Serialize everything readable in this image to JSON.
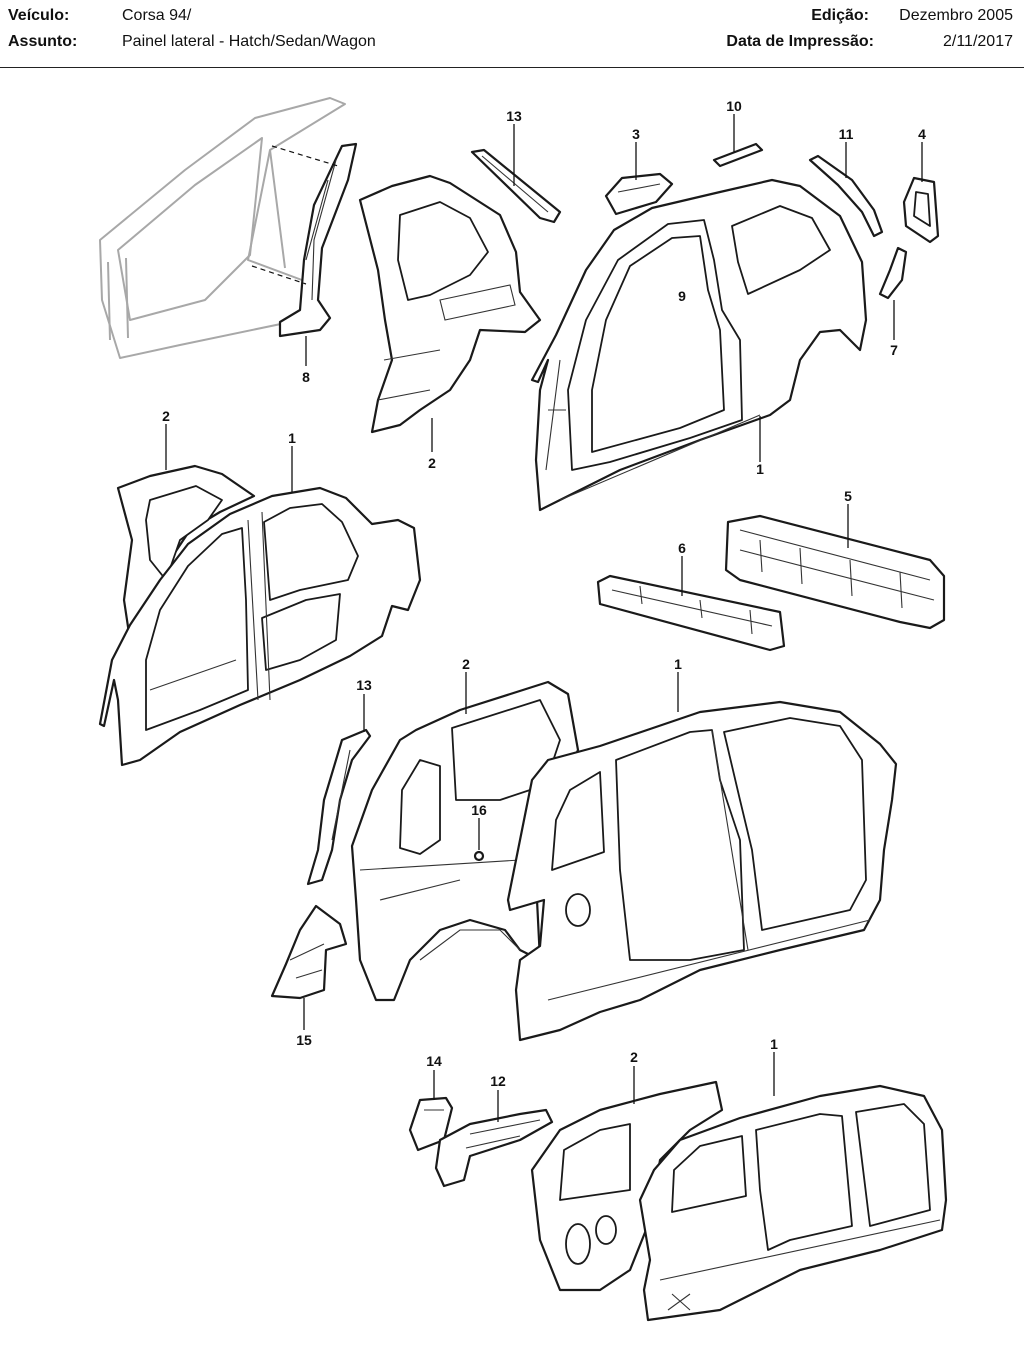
{
  "header": {
    "vehicle_label": "Veículo:",
    "vehicle_value": "Corsa 94/",
    "subject_label": "Assunto:",
    "subject_value": "Painel lateral - Hatch/Sedan/Wagon",
    "edition_label": "Edição:",
    "edition_value": "Dezembro 2005",
    "print_date_label": "Data de Impressão:",
    "print_date_value": "2/11/2017"
  },
  "callouts": {
    "hatch": {
      "c8": "8",
      "c2": "2",
      "c13": "13",
      "c3": "3",
      "c10": "10",
      "c11": "11",
      "c4": "4",
      "c9": "9",
      "c7": "7",
      "c1": "1"
    },
    "sedan": {
      "c2": "2",
      "c1": "1",
      "c5": "5",
      "c6": "6"
    },
    "wagon": {
      "c13": "13",
      "c2": "2",
      "c1": "1",
      "c16": "16",
      "c15": "15"
    },
    "suv": {
      "c14": "14",
      "c12": "12",
      "c2": "2",
      "c1": "1"
    }
  }
}
